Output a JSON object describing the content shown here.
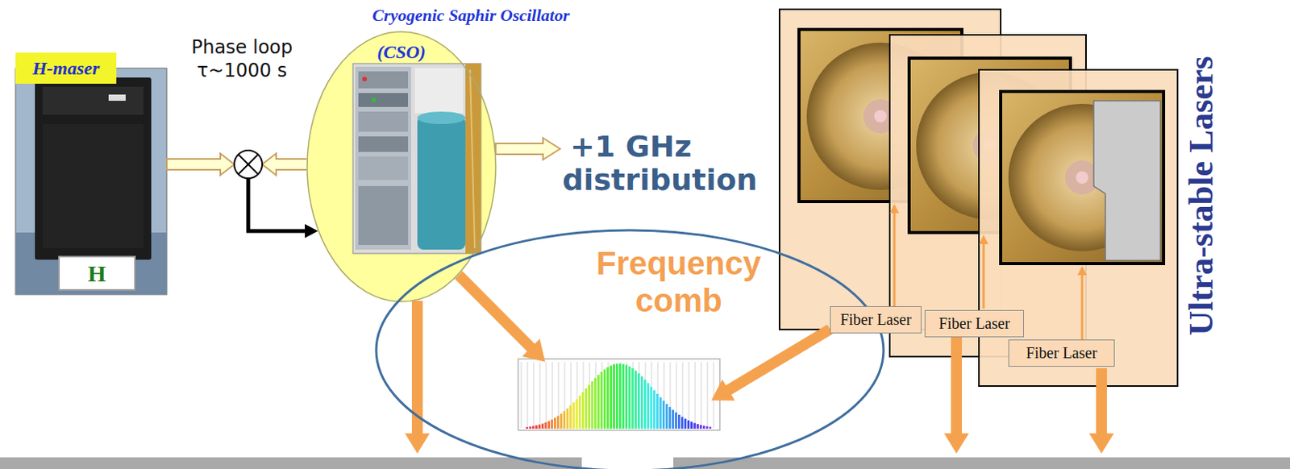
{
  "diagram": {
    "nodes": [
      {
        "text": [
          "H-maser"
        ]
      },
      {
        "text": [
          "H"
        ]
      },
      {
        "text": [
          "Cryogenic Saphir Oscillator",
          "(CSO)"
        ]
      },
      {
        "text": [
          "Frequency comb"
        ]
      },
      {
        "text": [
          "Fiber Laser"
        ]
      },
      {
        "text": [
          "Fiber Laser"
        ]
      },
      {
        "text": [
          "Fiber Laser"
        ]
      }
    ],
    "edges": [
      {
        "from": 2,
        "to": 3,
        "arrow": "to"
      },
      {
        "from": 4,
        "to": 3,
        "arrow": "to"
      }
    ],
    "labels": [
      "Phase loop τ~1000 s",
      "+1 GHz distribution",
      "Ultra-stable Lasers"
    ]
  }
}
